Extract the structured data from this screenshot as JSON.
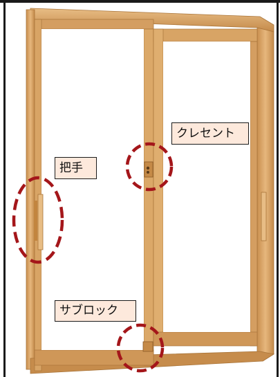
{
  "labels": {
    "crescent": "クレセント",
    "handle": "把手",
    "sub_lock": "サブロック"
  },
  "colors": {
    "frame_wood": "#d9a76a",
    "frame_wood_light": "#e8bd85",
    "frame_wood_dark": "#b98246",
    "highlight_circle": "#a4161a",
    "label_background": "#fde9dc",
    "label_border": "#1a1a1a"
  }
}
